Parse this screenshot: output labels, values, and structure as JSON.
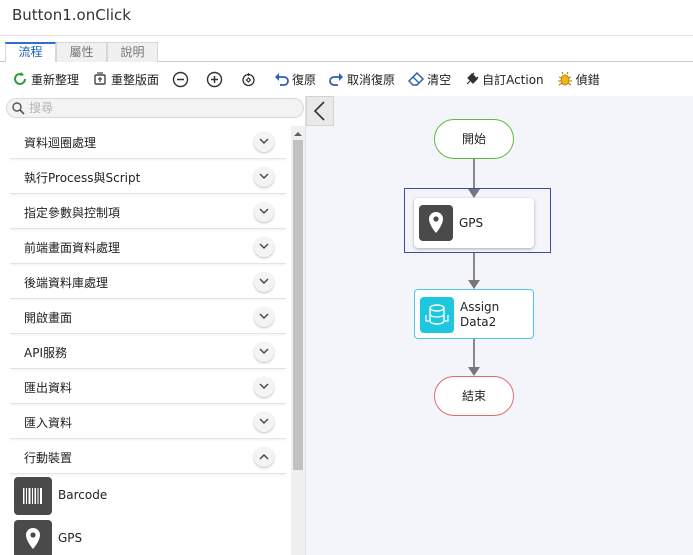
{
  "window": {
    "title": "Button1.onClick"
  },
  "tabs": [
    {
      "label": "流程",
      "active": true
    },
    {
      "label": "屬性",
      "active": false
    },
    {
      "label": "說明",
      "active": false
    }
  ],
  "toolbar": {
    "reorganize": "重新整理",
    "reset_layout": "重整版面",
    "undo": "復原",
    "redo": "取消復原",
    "clear": "清空",
    "custom_action": "自訂Action",
    "debug": "偵錯"
  },
  "sidebar": {
    "search_placeholder": "搜尋",
    "categories": [
      {
        "label": "資料迴圈處理"
      },
      {
        "label": "執行Process與Script"
      },
      {
        "label": "指定參數與控制項"
      },
      {
        "label": "前端畫面資料處理"
      },
      {
        "label": "後端資料庫處理"
      },
      {
        "label": "開啟畫面"
      },
      {
        "label": "API服務"
      },
      {
        "label": "匯出資料"
      },
      {
        "label": "匯入資料"
      },
      {
        "label": "行動裝置"
      }
    ],
    "mobile_items": [
      {
        "label": "Barcode",
        "icon": "barcode-icon"
      },
      {
        "label": "GPS",
        "icon": "location-pin-icon"
      }
    ]
  },
  "flow": {
    "start": "開始",
    "gps": "GPS",
    "assign_line1": "Assign",
    "assign_line2": "Data2",
    "end": "結束"
  },
  "colors": {
    "start_border": "#5dbb3f",
    "end_border": "#e06a6a",
    "assign_icon": "#1ec7de",
    "selection": "#3b4ba8",
    "canvas_bg": "#f4f5fa"
  }
}
